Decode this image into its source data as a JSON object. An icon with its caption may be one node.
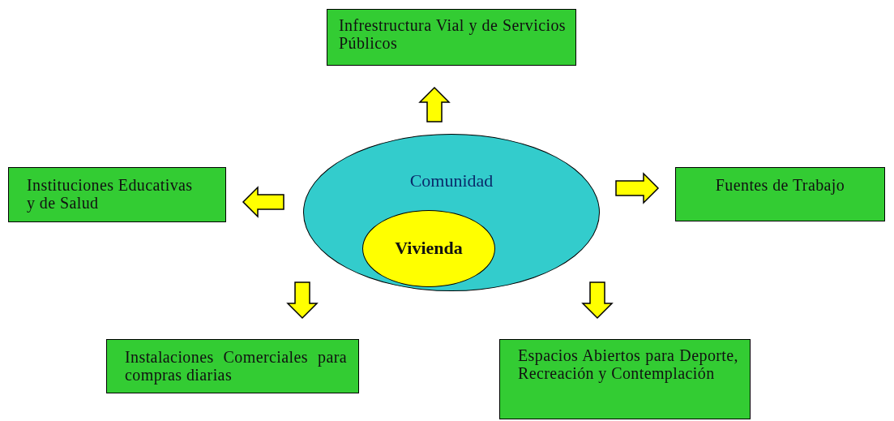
{
  "diagram": {
    "nodes": [
      {
        "text": [
          "Comunidad"
        ]
      },
      {
        "text": [
          "Vivienda"
        ],
        "in": 0
      },
      {
        "text": [
          "Infrestructura Vial y de Servicios Públicos"
        ]
      },
      {
        "text": [
          "Instituciones Educativas y de Salud"
        ]
      },
      {
        "text": [
          "Fuentes de Trabajo"
        ]
      },
      {
        "text": [
          "Instalaciones Comerciales para compras diarias"
        ]
      },
      {
        "text": [
          "Espacios Abiertos para Deporte, Recreación y Contemplación"
        ]
      }
    ],
    "edges": [
      {
        "from": 0,
        "to": 2,
        "arrow": "to"
      },
      {
        "from": 0,
        "to": 3,
        "arrow": "to"
      },
      {
        "from": 0,
        "to": 4,
        "arrow": "to"
      },
      {
        "from": 0,
        "to": 5,
        "arrow": "to"
      },
      {
        "from": 0,
        "to": 6,
        "arrow": "to"
      }
    ]
  }
}
